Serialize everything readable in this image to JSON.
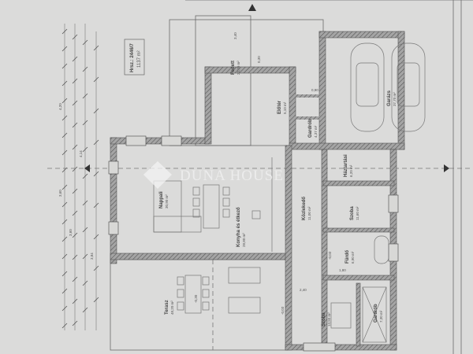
{
  "plot": {
    "parcel_id": "Hrsz.: 2446/7",
    "area": "1137 m²"
  },
  "watermark": "DUNA HOUSE",
  "rooms": {
    "living": {
      "name": "Nappali",
      "area": "30,90 m²"
    },
    "kitchen": {
      "name": "Konyha és étkező",
      "area": "28,80 m²"
    },
    "garage": {
      "name": "Garázs",
      "area": "37,70 m²"
    },
    "wardrobe_top": {
      "name": "Gardrób",
      "area": "4,37 m²"
    },
    "utility": {
      "name": "Háztartási",
      "area": "6,20 m²"
    },
    "hall": {
      "name": "Közlekedő",
      "area": "11,00 m²"
    },
    "room1": {
      "name": "Szoba",
      "area": "11,60 m²"
    },
    "bath": {
      "name": "Fürdő",
      "area": "6,90 m²"
    },
    "room2": {
      "name": "Szoba",
      "area": "13,50 m²"
    },
    "wardrobe": {
      "name": "Gardrób",
      "area": "7,30 m²"
    },
    "terrace": {
      "name": "Terasz",
      "area": "48,20 m²"
    },
    "entrance": {
      "name": "Előtér",
      "area": "5,10 m²"
    },
    "porch": {
      "name": "Fedett",
      "area": "22,70 m²"
    }
  },
  "dimensions": [
    "4,20",
    "3,60",
    "3,60",
    "4,14",
    "3,84",
    "3,40",
    "0,90",
    "1,80",
    "2,40",
    "0,30",
    "-0,30",
    "-0,03",
    "-0,03"
  ]
}
